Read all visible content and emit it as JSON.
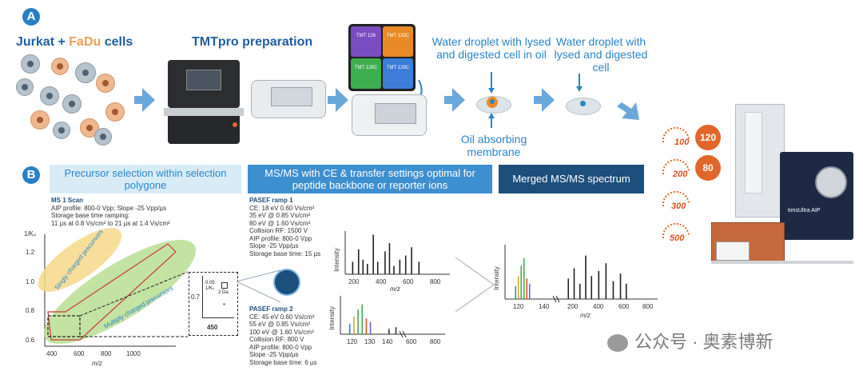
{
  "panel_a": {
    "badge": "A",
    "cells_title_jurkat": "Jurkat",
    "cells_title_plus": " + ",
    "cells_title_fadu": "FaDu",
    "cells_title_cells": " cells",
    "tmt_title": "TMTpro preparation",
    "tmt_tiles": [
      "TMT 126",
      "TMT 133C",
      "TMT 128C",
      "TMT 129C"
    ],
    "droplet_oil_label": "Water droplet with lysed and digested cell in oil",
    "droplet_label": "Water droplet with lysed and digested cell",
    "membrane_label": "Oil absorbing membrane",
    "colors": {
      "accent_blue": "#2a86c8",
      "fadu_orange": "#e8a15a",
      "arrow_blue": "#6aa8dc"
    }
  },
  "panel_b": {
    "badge": "B",
    "header_1": "Precursor selection within selection polygone",
    "header_2": "MS/MS with CE & transfer settings optimal for peptide backbone or reporter ions",
    "header_3": "Merged MS/MS spectrum",
    "ms1_title": "MS 1 Scan",
    "ms1_lines": [
      "AIP profile: 800-0 Vpp; Slope -25 Vpp/µs",
      "Storage base time ramping:",
      "11 µs at 0.8 Vs/cm² to 21 µs at 1.4 Vs/cm²"
    ],
    "ms1_plot": {
      "ylabel": "1/K₀",
      "yticks": [
        "1.2",
        "1.0",
        "0.8",
        "0.6"
      ],
      "xticks": [
        "400",
        "600",
        "800",
        "1000"
      ],
      "xlabel": "m/z",
      "singly_label": "Singly charged precursors",
      "multiply_label": "Multiply charged precursors"
    },
    "zoom": {
      "y_tick": "0.7",
      "x_tick": "450",
      "width_label": "0.05",
      "k_label": "1/K₀",
      "da_label": "2 Da"
    },
    "pasef1_title": "PASEF ramp 1",
    "pasef1_lines": [
      "CE: 18 eV 0.60 Vs/cm²",
      "35 eV @ 0.85 Vs/cm²",
      "80 eV @ 1.60 Vs/cm²",
      "Collision RF: 1500 V",
      "AIP profile: 800-0 Vpp",
      "Slope -25 Vpp/µs",
      "Storage base time: 15 µs"
    ],
    "pasef2_title": "PASEF ramp 2",
    "pasef2_lines": [
      "CE: 45 eV 0.60 Vs/cm²",
      "55 eV @ 0.85 Vs/cm²",
      "100 eV @ 1.60 Vs/cm²",
      "Collision RF: 800 V",
      "AIP profile: 800-0 Vpp",
      "Slope -25 Vpp/µs",
      "Storage base time: 6 µs"
    ],
    "spec1": {
      "ylabel": "Intensity",
      "xticks": [
        "200",
        "400",
        "600",
        "800"
      ],
      "xlabel": "m/z"
    },
    "spec2": {
      "ylabel": "Intensity",
      "xticks": [
        "120",
        "130",
        "140",
        "600",
        "800"
      ]
    },
    "merged": {
      "ylabel": "Intensity",
      "xticks": [
        "120",
        "140",
        "200",
        "400",
        "600",
        "800"
      ],
      "xlabel": "m/z"
    },
    "speeds": [
      "100",
      "200",
      "300",
      "500"
    ],
    "speed_circles": [
      "120",
      "80"
    ],
    "instrument_brand": "timsUltra AIP",
    "watermark": "公众号 · 奥素博新"
  },
  "chart_data": [
    {
      "type": "bar",
      "title": "",
      "xlabel": "m/z",
      "ylabel": "Intensity",
      "xlim": [
        120,
        820
      ],
      "x": [
        160,
        200,
        230,
        260,
        300,
        330,
        380,
        410,
        440,
        480,
        520,
        560,
        610
      ],
      "values": [
        0.3,
        0.6,
        0.35,
        0.25,
        0.95,
        0.3,
        0.55,
        0.75,
        0.2,
        0.35,
        0.45,
        0.65,
        0.3
      ]
    },
    {
      "type": "bar",
      "title": "",
      "xlabel": "m/z",
      "ylabel": "Intensity",
      "x": [
        121,
        123,
        125,
        127,
        129,
        131,
        140,
        150
      ],
      "values": [
        0.3,
        0.5,
        0.7,
        0.85,
        0.45,
        0.35,
        0.15,
        0.2
      ],
      "colors": [
        "#3b7dd8",
        "#d9a72b",
        "#3fae4f",
        "#3fae4f",
        "#d9531e",
        "#7b5cc2",
        "#333333",
        "#333333"
      ]
    },
    {
      "type": "bar",
      "title": "",
      "xlabel": "m/z",
      "ylabel": "Intensity",
      "x": [
        121,
        123,
        125,
        127,
        129,
        131,
        220,
        260,
        300,
        340,
        380,
        430,
        480,
        530,
        580,
        620
      ],
      "values": [
        0.25,
        0.45,
        0.65,
        0.8,
        0.4,
        0.3,
        0.4,
        0.6,
        0.3,
        0.85,
        0.45,
        0.55,
        0.7,
        0.35,
        0.5,
        0.3
      ],
      "colors": [
        "#3b7dd8",
        "#d9a72b",
        "#3fae4f",
        "#3fae4f",
        "#d9531e",
        "#7b5cc2"
      ]
    }
  ]
}
